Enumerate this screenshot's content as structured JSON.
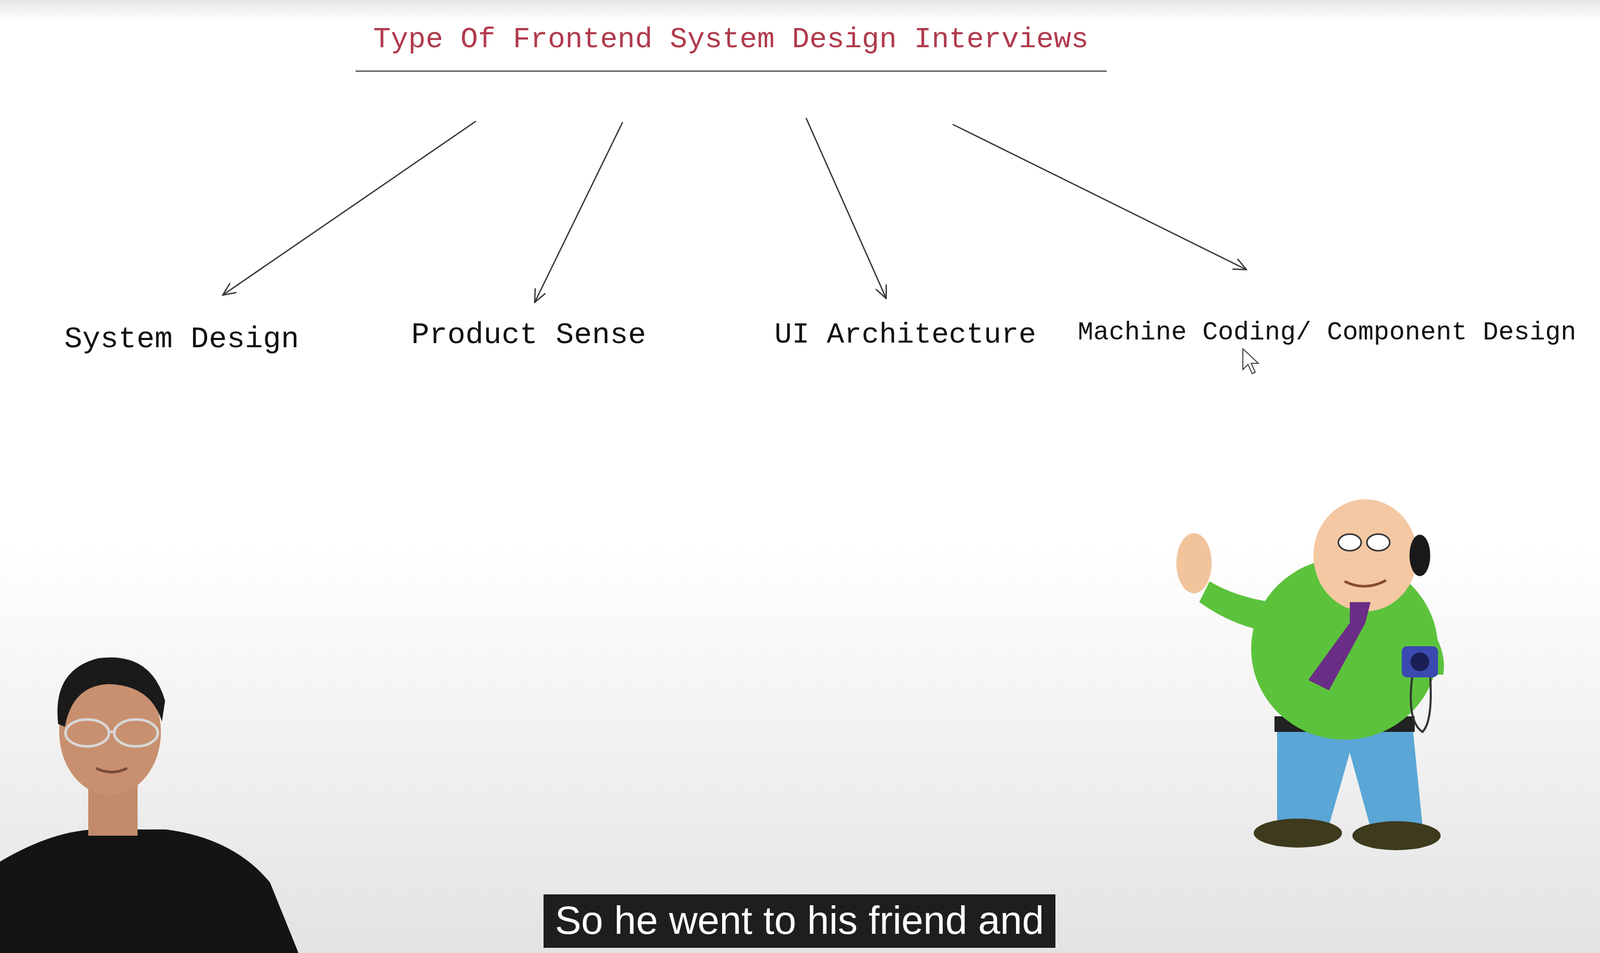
{
  "diagram": {
    "nodes": [
      {
        "text": [
          "Type Of Frontend System Design Interviews"
        ]
      },
      {
        "text": [
          "System Design"
        ]
      },
      {
        "text": [
          "Product Sense"
        ]
      },
      {
        "text": [
          "UI Architecture"
        ]
      },
      {
        "text": [
          "Machine Coding/ Component Design"
        ]
      }
    ],
    "edges": [
      {
        "from": 0,
        "to": 1,
        "arrow": "to"
      },
      {
        "from": 0,
        "to": 2,
        "arrow": "to"
      },
      {
        "from": 0,
        "to": 3,
        "arrow": "to"
      },
      {
        "from": 0,
        "to": 4,
        "arrow": "to"
      }
    ],
    "labels": [
      "So he went to his friend and"
    ]
  }
}
